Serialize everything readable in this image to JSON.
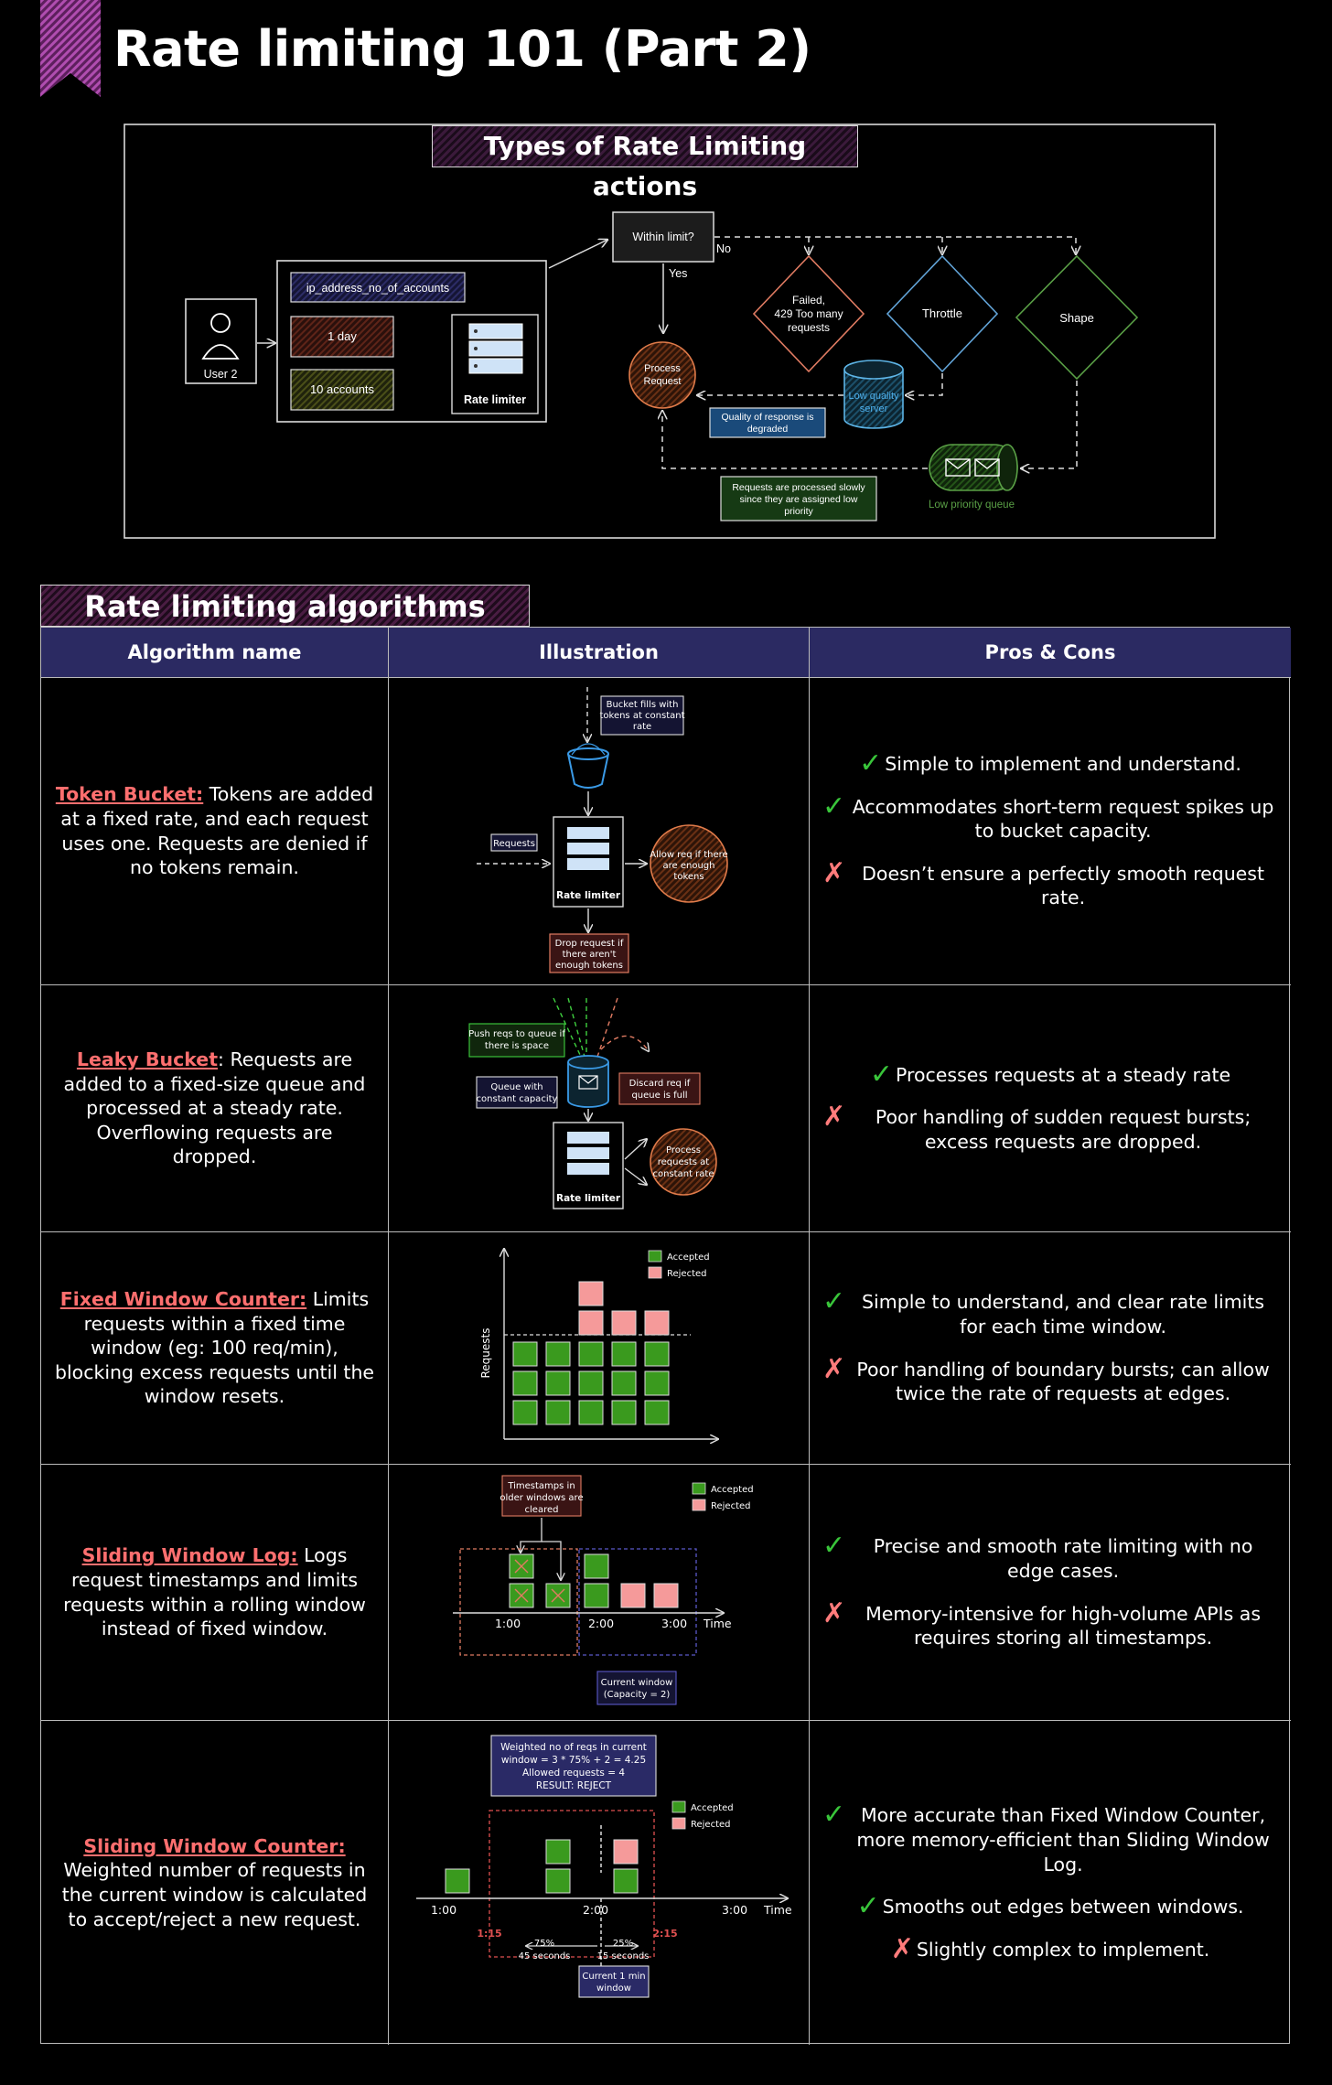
{
  "page": {
    "title": "Rate limiting 101 (Part 2)"
  },
  "types_section": {
    "title": "Types of Rate Limiting actions",
    "user_label": "User 2",
    "key_chip": "ip_address_no_of_accounts",
    "window_chip": "1 day",
    "limit_chip": "10 accounts",
    "rate_limiter_label": "Rate limiter",
    "decision": "Within limit?",
    "yes_label": "Yes",
    "no_label": "No",
    "process": "Process Request",
    "failed": "Failed, 429 Too many requests",
    "throttle": "Throttle",
    "shape": "Shape",
    "low_quality_server": "Low quality server",
    "quality_note": "Quality of response is degraded",
    "low_priority_queue": "Low priority queue",
    "priority_note": "Requests are processed slowly since they are assigned low priority"
  },
  "algorithms_section": {
    "title": "Rate limiting algorithms",
    "headers": {
      "name": "Algorithm name",
      "illustration": "Illustration",
      "pros_cons": "Pros & Cons"
    },
    "rows": [
      {
        "name": "Token Bucket:",
        "desc": " Tokens are added at a fixed rate, and each request uses one. Requests are denied if no tokens remain.",
        "pros": [
          "Simple to implement and understand.",
          "Accommodates short-term request spikes up to bucket capacity."
        ],
        "cons": [
          "Doesn’t ensure a perfectly smooth request rate."
        ],
        "ill": {
          "fills": "Bucket fills with tokens at constant rate",
          "requests": "Requests",
          "limiter": "Rate limiter",
          "allow": "Allow req if there are enough tokens",
          "drop": "Drop request if there aren't enough tokens"
        }
      },
      {
        "name": "Leaky Bucket",
        "desc": ": Requests are added to a fixed-size queue and processed at a steady rate. Overflowing requests are dropped.",
        "pros": [
          "Processes requests at a steady rate"
        ],
        "cons": [
          "Poor handling of sudden request bursts; excess requests are dropped."
        ],
        "ill": {
          "push": "Push reqs to queue if there is space",
          "queue": "Queue with constant capacity",
          "discard": "Discard req if queue is full",
          "limiter": "Rate limiter",
          "process": "Process requests at constant rate"
        }
      },
      {
        "name": "Fixed Window Counter:",
        "desc": " Limits requests within a fixed time window (eg: 100 req/min), blocking excess requests until the window resets.",
        "pros": [
          "Simple to understand, and clear rate limits for each time window."
        ],
        "cons": [
          "Poor handling of boundary bursts; can allow twice the rate of requests at edges."
        ],
        "ill": {
          "accepted": "Accepted",
          "rejected": "Rejected",
          "ylabel": "Requests"
        }
      },
      {
        "name": "Sliding Window Log:",
        "desc": " Logs request timestamps and limits requests within a rolling window instead of fixed window.",
        "pros": [
          "Precise and smooth rate limiting with no edge cases."
        ],
        "cons": [
          "Memory-intensive for high-volume APIs as requires storing all timestamps."
        ],
        "ill": {
          "note": "Timestamps in older windows are cleared",
          "accepted": "Accepted",
          "rejected": "Rejected",
          "t1": "1:00",
          "t2": "2:00",
          "t3": "3:00",
          "time": "Time",
          "current": "Current window (Capacity = 2)"
        }
      },
      {
        "name": "Sliding Window Counter:",
        "desc": " Weighted number of requests in the current window is calculated to accept/reject a new request.",
        "pros": [
          "More accurate than Fixed Window Counter, more memory-efficient than Sliding Window Log.",
          "Smooths out edges between windows."
        ],
        "cons": [
          "Slightly complex to implement."
        ],
        "ill": {
          "calc": [
            "Weighted no of reqs in current",
            "window = 3 * 75% + 2 = 4.25",
            "Allowed requests = 4",
            "RESULT: REJECT"
          ],
          "accepted": "Accepted",
          "rejected": "Rejected",
          "t1": "1:00",
          "t2": "2:00",
          "t3": "3:00",
          "time": "Time",
          "start": "1:15",
          "end": "2:15",
          "pct1": "75%",
          "sec1": "45 seconds",
          "pct2": "25%",
          "sec2": "15 seconds",
          "current": "Current 1 min window"
        }
      }
    ]
  }
}
